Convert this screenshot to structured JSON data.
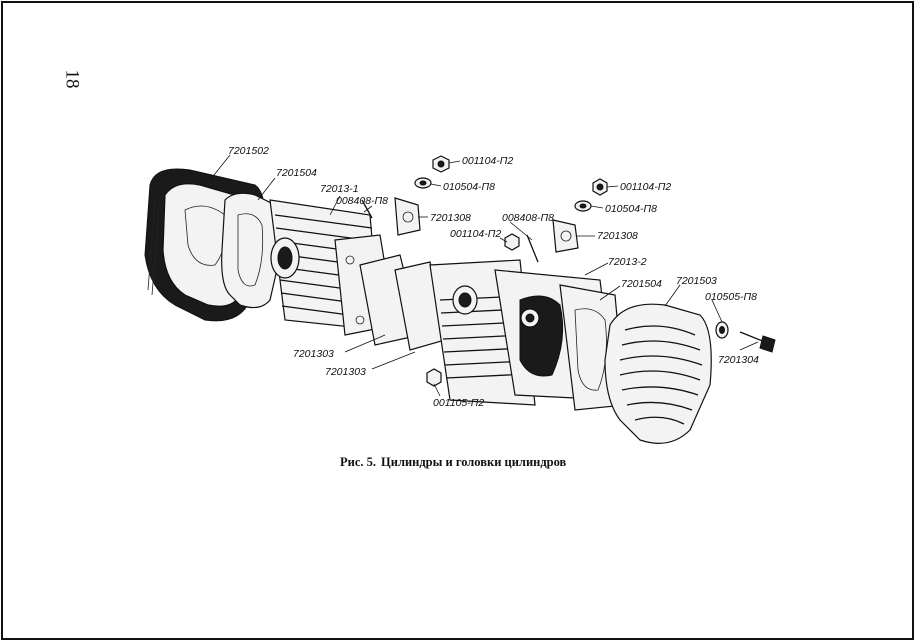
{
  "page": {
    "number": "18"
  },
  "figure": {
    "caption_number": "Рис. 5.",
    "caption_title": "Цилиндры и головки цилиндров",
    "callouts": [
      "7201502",
      "7201504",
      "72013-1",
      "008408-П8",
      "7201308",
      "001104-П2",
      "010504-П8",
      "001104-П2",
      "010504-П8",
      "008408-П8",
      "001104-П2",
      "7201308",
      "72013-2",
      "7201504",
      "7201503",
      "010505-П8",
      "7201304",
      "7201303",
      "7201303",
      "001105-П2"
    ]
  }
}
